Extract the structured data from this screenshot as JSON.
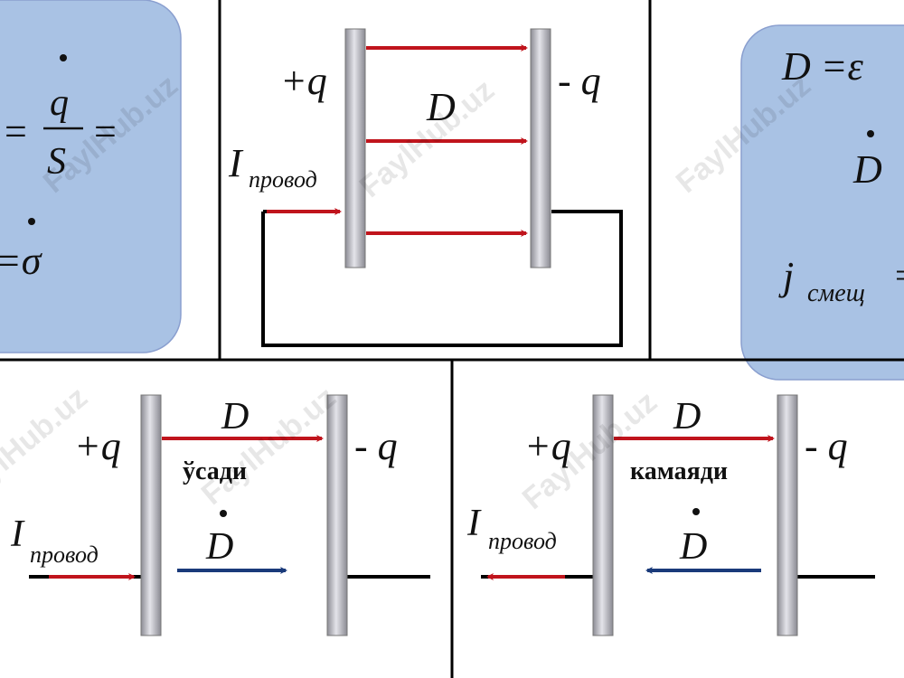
{
  "left_card": {
    "eq_top_prefix": "=",
    "numerator": "q",
    "denominator": "S",
    "eq_top_suffix": "=",
    "eq_bottom": "=σ"
  },
  "right_card": {
    "line1": "D =ε",
    "dot_d": "D",
    "jsub_main": "j",
    "jsub_sub": "смещ",
    "trailing": "="
  },
  "top_panel": {
    "plus_q": "+q",
    "minus_q": "- q",
    "d_label": "D",
    "i_main": "I",
    "i_sub": "провод"
  },
  "bottom_left": {
    "plus_q": "+q",
    "minus_q": "- q",
    "d_label": "D",
    "state_label": "ўсади",
    "i_main": "I",
    "i_sub": "провод",
    "dot_d": "D"
  },
  "bottom_right": {
    "plus_q": "+q",
    "minus_q": "- q",
    "d_label": "D",
    "state_label": "камаяди",
    "i_main": "I",
    "i_sub": "провод",
    "dot_d": "D"
  },
  "watermark": "FaylHub.uz",
  "colors": {
    "card_fill": "#a9c2e4",
    "card_stroke": "#8a9fcf",
    "arrow_red": "#c0141c",
    "arrow_blue": "#1a3a7a",
    "plate_fill": "#b8b8c0",
    "line": "#000000"
  }
}
